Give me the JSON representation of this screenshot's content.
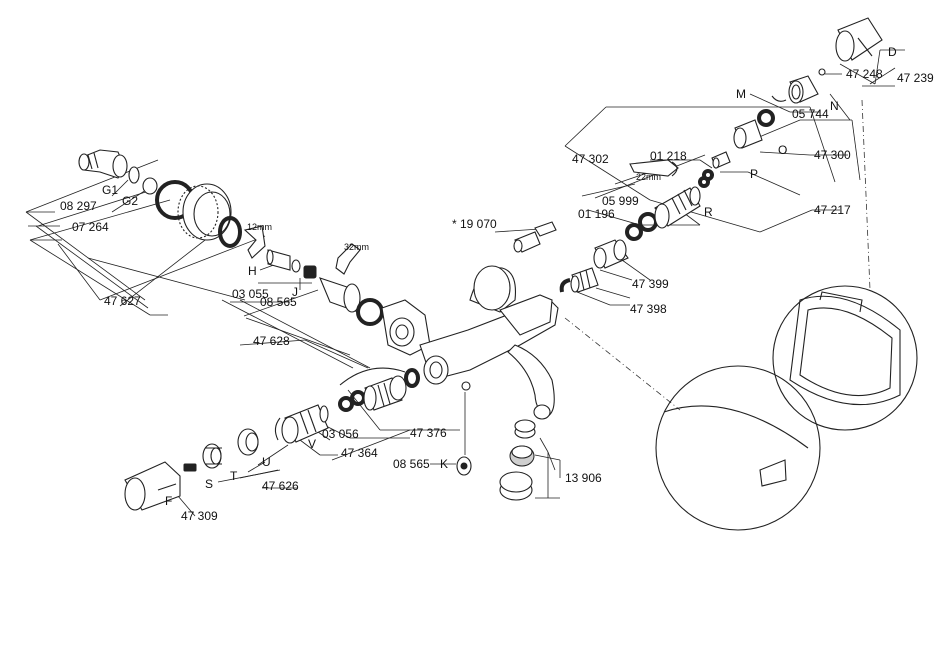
{
  "labels": {
    "g1": "G1",
    "g2": "G2",
    "p08297": "08 297",
    "p07264": "07 264",
    "p47627": "47 627",
    "h": "H",
    "j": "J",
    "p03055": "03 055",
    "p08565a": "08 565",
    "p47628": "47 628",
    "mm12": "12mm",
    "mm32": "32mm",
    "mm22": "22mm",
    "p19070": "* 19 070",
    "p47302": "47 302",
    "p01218": "01 218",
    "p05999": "05 999",
    "p01196": "01 196",
    "p": "P",
    "r": "R",
    "p47217": "47 217",
    "m": "M",
    "n": "N",
    "o": "O",
    "p05744": "05 744",
    "p47300": "47 300",
    "d": "D",
    "p47248": "47 248",
    "p47239": "47 239",
    "p47399": "47 399",
    "p47398": "47 398",
    "p03056": "03 056",
    "p47376": "47 376",
    "v": "V",
    "p47364": "47 364",
    "s": "S",
    "t": "T",
    "u": "U",
    "p47626": "47 626",
    "f": "F",
    "p47309": "47 309",
    "p08565b": "08 565",
    "k": "K",
    "p13906": "13 906"
  }
}
